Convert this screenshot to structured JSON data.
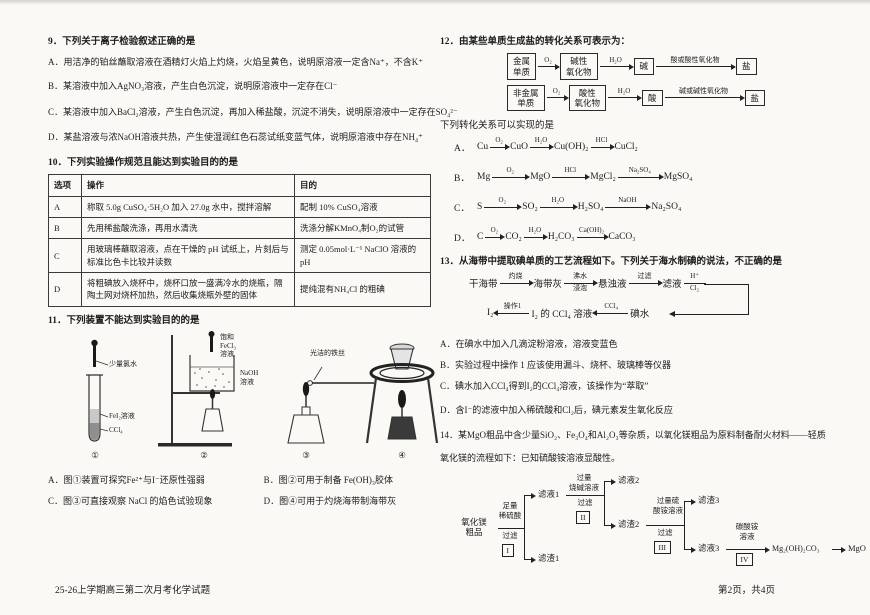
{
  "footer": {
    "left": "25-26上学期高三第二次月考化学试题",
    "right": "第2页，共4页"
  },
  "q9": {
    "title": "9．下列关于离子检验叙述正确的是",
    "options": [
      "A．用洁净的铂丝蘸取溶液在酒精灯火焰上灼烧，火焰呈黄色，说明原溶液一定含Na⁺，不含K⁺",
      "B．某溶液中加入AgNO₃溶液，产生白色沉淀，说明原溶液中一定存在Cl⁻",
      "C．某溶液中加入BaCl₂溶液，产生白色沉淀，再加入稀盐酸，沉淀不消失，说明原溶液中一定存在SO₄²⁻",
      "D．某盐溶液与浓NaOH溶液共热，产生使湿润红色石蕊试纸变蓝气体，说明原溶液中存在NH₄⁺"
    ]
  },
  "q10": {
    "title": "10．下列实验操作规范且能达到实验目的的是",
    "table": {
      "headers": [
        "选项",
        "操作",
        "目的"
      ],
      "rows": [
        [
          "A",
          "称取 5.0g  CuSO₄·5H₂O 加入 27.0g 水中，搅拌溶解",
          "配制 10%  CuSO₄溶液"
        ],
        [
          "B",
          "先用稀盐酸洗涤，再用水清洗",
          "洗涤分解KMnO₄制O₂的试管"
        ],
        [
          "C",
          "用玻璃棒蘸取溶液，点在干燥的 pH 试纸上，片刻后与标准比色卡比较并读数",
          "测定 0.05mol·L⁻¹  NaClO 溶液的 pH"
        ],
        [
          "D",
          "将粗碘放入烧杯中，烧杯口放一盛满冷水的烧瓶，隔陶土网对烧杯加热，然后收集烧瓶外壁的固体",
          "提纯混有NH₄Cl 的粗碘"
        ]
      ]
    }
  },
  "q11": {
    "title": "11．下列装置不能达到实验目的的是",
    "diagrams": [
      {
        "num": "①",
        "label_dropper": "少量氯水",
        "label_mid": "FeI₂溶液",
        "label_bottom": "CCl₄"
      },
      {
        "num": "②",
        "label_dropper": "饱和\nFeCl₃\n溶液",
        "label_beaker": "NaOH\n溶液"
      },
      {
        "num": "③",
        "label_wire": "光洁的铁丝"
      },
      {
        "num": "④"
      }
    ],
    "options": [
      "A．图①装置可探究Fe²⁺与I⁻还原性强弱",
      "B．图②可用于制备 Fe(OH)₃胶体",
      "C．图③可直接观察 NaCl 的焰色试验现象",
      "D．图④可用于灼烧海带制海带灰"
    ]
  },
  "q12": {
    "title": "12．由某些单质生成盐的转化关系可表示为：",
    "box_chains": [
      [
        {
          "box": "金属\n单质"
        },
        {
          "top": "O₂",
          "len": 20
        },
        {
          "box": "碱性\n氧化物"
        },
        {
          "top": "H₂O",
          "len": 32
        },
        {
          "box": "碱"
        },
        {
          "top": "酸或酸性氧化物",
          "len": 78
        },
        {
          "box": "盐"
        }
      ],
      [
        {
          "box": "非金属\n单质"
        },
        {
          "top": "O₂",
          "len": 20
        },
        {
          "box": "酸性\n氧化物"
        },
        {
          "top": "H₂O",
          "len": 32
        },
        {
          "box": "酸"
        },
        {
          "top": "碱或碱性氧化物",
          "len": 78
        },
        {
          "box": "盐"
        }
      ]
    ],
    "subtitle": "下列转化关系可以实现的是",
    "options": [
      {
        "letter": "A．",
        "chain": [
          {
            "s": "Cu"
          },
          {
            "top": "O₂",
            "len": 18
          },
          {
            "s": "CuO"
          },
          {
            "top": "H₂O",
            "len": 22
          },
          {
            "s": "Cu(OH)₂"
          },
          {
            "top": "HCl",
            "len": 22
          },
          {
            "s": "CuCl₂"
          }
        ]
      },
      {
        "letter": "B．",
        "chain": [
          {
            "s": "Mg"
          },
          {
            "top": "O₂",
            "len": 36
          },
          {
            "s": "MgO"
          },
          {
            "top": "HCl",
            "len": 36
          },
          {
            "s": "MgCl₂"
          },
          {
            "top": "Na₂SO₄",
            "len": 44
          },
          {
            "s": "MgSO₄"
          }
        ]
      },
      {
        "letter": "C．",
        "chain": [
          {
            "s": "S"
          },
          {
            "top": "O₂",
            "len": 36
          },
          {
            "s": "SO₂"
          },
          {
            "top": "H₂O",
            "len": 36
          },
          {
            "s": "H₂SO₄"
          },
          {
            "top": "NaOH",
            "len": 44
          },
          {
            "s": "Na₂SO₄"
          }
        ]
      },
      {
        "letter": "D．",
        "chain": [
          {
            "s": "C"
          },
          {
            "top": "O₂",
            "len": 18
          },
          {
            "s": "CO₂"
          },
          {
            "top": "H₂O",
            "len": 22
          },
          {
            "s": "H₂CO₃"
          },
          {
            "top": "Ca(OH)₂",
            "len": 30
          },
          {
            "s": "CaCO₃"
          }
        ]
      }
    ]
  },
  "q13": {
    "title": "13．从海带中提取碘单质的工艺流程如下。下列关于海水制碘的说法，不正确的是",
    "flow_row1": [
      {
        "s": "干海带"
      },
      {
        "top": "灼烧",
        "len": 32
      },
      {
        "s": "海带灰"
      },
      {
        "top": "沸水",
        "bot": "浸泡",
        "len": 32
      },
      {
        "s": "悬浊液"
      },
      {
        "top": "过滤",
        "len": 32
      },
      {
        "s": "滤液"
      },
      {
        "top": "H⁺",
        "bot": "Cl₂",
        "len": 22,
        "head": false
      }
    ],
    "flow_row2": [
      {
        "s": "I₂"
      },
      {
        "top": "操作1",
        "dir": "l",
        "len": 34
      },
      {
        "s": "I₂ 的 CCl₄ 溶液"
      },
      {
        "top": "CCl₄",
        "dir": "l",
        "len": 34
      },
      {
        "s": "碘水"
      }
    ],
    "options": [
      "A．在碘水中加入几滴淀粉溶液，溶液变蓝色",
      "B．实验过程中操作 1 应该使用漏斗、烧杯、玻璃棒等仪器",
      "C．碘水加入CCl₄得到I₂的CCl₄溶液，该操作为“萃取”",
      "D．含I⁻的滤液中加入稀硫酸和Cl₂后，碘元素发生氧化反应"
    ]
  },
  "q14": {
    "intro1": "14．某MgO粗品中含少量SiO₂、Fe₃O₄和Al₂O₃等杂质，以氧化镁粗品为原料制备耐火材料——轻质",
    "intro2": "氧化镁的流程如下：已知硫酸铵溶液显酸性。",
    "flow": {
      "source": "氧化镁\n粗品",
      "step1_top": "足量\n稀硫酸",
      "step1_bottom": "过滤",
      "step1_box": "I",
      "out1_top": "滤液1",
      "out1_bottom": "滤渣1",
      "step2_top": "过量\n烧碱溶液",
      "step2_bottom": "过滤",
      "step2_box": "II",
      "out2_top": "滤液2",
      "out2_bottom": "滤渣2",
      "step3_top": "过量硫\n酸铵溶液",
      "step3_bottom": "过滤",
      "step3_box": "III",
      "out3_top": "滤渣3",
      "out3_bottom": "滤液3",
      "step4_top": "碳酸铵\n溶液",
      "step4_box": "IV",
      "product1": "Mg₂(OH)₂CO₃",
      "product2": "MgO"
    }
  }
}
